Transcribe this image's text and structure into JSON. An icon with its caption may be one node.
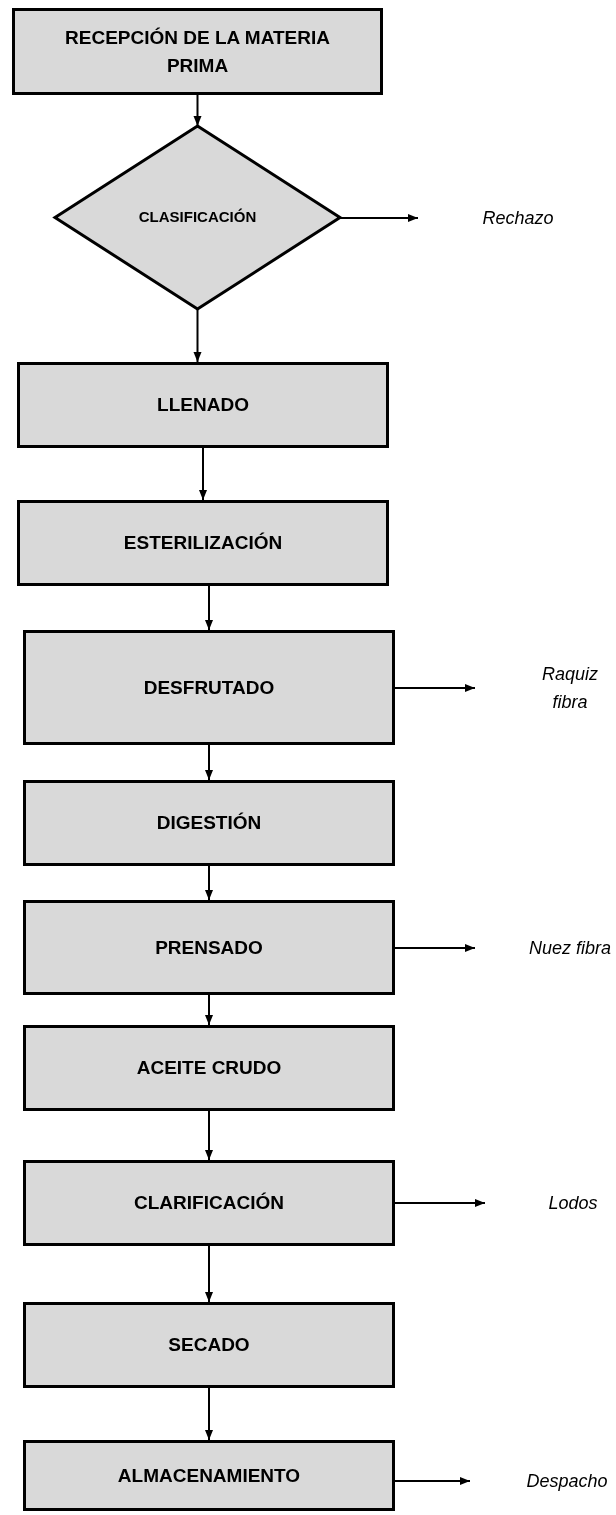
{
  "diagram": {
    "nodes": [
      {
        "text": [
          "RECEPCIÓN DE LA MATERIA PRIMA"
        ]
      },
      {
        "text": [
          "CLASIFICACIÓN"
        ]
      },
      {
        "text": [
          "Rechazo"
        ]
      },
      {
        "text": [
          "LLENADO"
        ]
      },
      {
        "text": [
          "ESTERILIZACIÓN"
        ]
      },
      {
        "text": [
          "DESFRUTADO"
        ]
      },
      {
        "text": [
          "Raquiz fibra"
        ]
      },
      {
        "text": [
          "DIGESTIÓN"
        ]
      },
      {
        "text": [
          "PRENSADO"
        ]
      },
      {
        "text": [
          "Nuez fibra"
        ]
      },
      {
        "text": [
          "ACEITE CRUDO"
        ]
      },
      {
        "text": [
          "CLARIFICACIÓN"
        ]
      },
      {
        "text": [
          "Lodos"
        ]
      },
      {
        "text": [
          "SECADO"
        ]
      },
      {
        "text": [
          "ALMACENAMIENTO"
        ]
      },
      {
        "text": [
          "Despacho"
        ]
      }
    ],
    "edges": [
      {
        "from": 0,
        "to": 1,
        "arrow": "to"
      },
      {
        "from": 1,
        "to": 2,
        "arrow": "to"
      },
      {
        "from": 1,
        "to": 3,
        "arrow": "to"
      },
      {
        "from": 3,
        "to": 4,
        "arrow": "to"
      },
      {
        "from": 4,
        "to": 5,
        "arrow": "to"
      },
      {
        "from": 5,
        "to": 6,
        "arrow": "to"
      },
      {
        "from": 5,
        "to": 7,
        "arrow": "to"
      },
      {
        "from": 7,
        "to": 8,
        "arrow": "to"
      },
      {
        "from": 8,
        "to": 9,
        "arrow": "to"
      },
      {
        "from": 8,
        "to": 10,
        "arrow": "to"
      },
      {
        "from": 10,
        "to": 11,
        "arrow": "to"
      },
      {
        "from": 11,
        "to": 12,
        "arrow": "to"
      },
      {
        "from": 11,
        "to": 13,
        "arrow": "to"
      },
      {
        "from": 13,
        "to": 14,
        "arrow": "to"
      },
      {
        "from": 14,
        "to": 15,
        "arrow": "to"
      }
    ]
  }
}
